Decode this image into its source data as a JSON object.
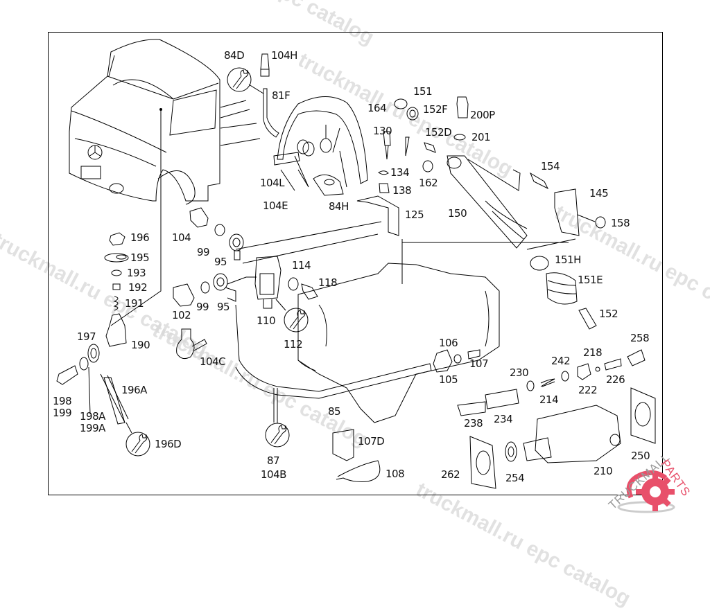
{
  "diagram": {
    "title": "Parts diagram",
    "watermark_text": "truckmall.ru epc catalog",
    "brand": {
      "left_text": "TRUCKMALL",
      "right_text": "PARTS",
      "accent_color": "#e8506a",
      "shadow_color": "#cccccc"
    },
    "line_color": "#000000",
    "wrench_icon_labels": [
      "84D",
      "112",
      "196D",
      "87 / 104B"
    ],
    "part_labels": {
      "l84D": "84D",
      "l104H": "104H",
      "l81F": "81F",
      "l104L": "104L",
      "l104E": "104E",
      "l84H": "84H",
      "l130": "130",
      "l151": "151",
      "l152F": "152F",
      "l164": "164",
      "l200P": "200P",
      "l152D": "152D",
      "l201": "201",
      "l134": "134",
      "l138": "138",
      "l162": "162",
      "l154": "154",
      "l145": "145",
      "l158": "158",
      "l150": "150",
      "l125": "125",
      "l151H": "151H",
      "l151E": "151E",
      "l152": "152",
      "l104": "104",
      "l99a": "99",
      "l95a": "95",
      "l114": "114",
      "l118": "118",
      "l196": "196",
      "l195": "195",
      "l193": "193",
      "l192": "192",
      "l191": "191",
      "l102": "102",
      "l99b": "99",
      "l95b": "95",
      "l110": "110",
      "l112": "112",
      "l197": "197",
      "l190": "190",
      "l104C": "104C",
      "l106": "106",
      "l107": "107",
      "l105": "105",
      "l230": "230",
      "l242": "242",
      "l218": "218",
      "l258": "258",
      "l222": "222",
      "l226": "226",
      "l214": "214",
      "l198": "198",
      "l199": "199",
      "l196A": "196A",
      "l198A": "198A",
      "l199A": "199A",
      "l85": "85",
      "l238": "238",
      "l234": "234",
      "l196D": "196D",
      "l87": "87",
      "l104B": "104B",
      "l107D": "107D",
      "l108": "108",
      "l262": "262",
      "l254": "254",
      "l210": "210",
      "l250": "250"
    }
  }
}
